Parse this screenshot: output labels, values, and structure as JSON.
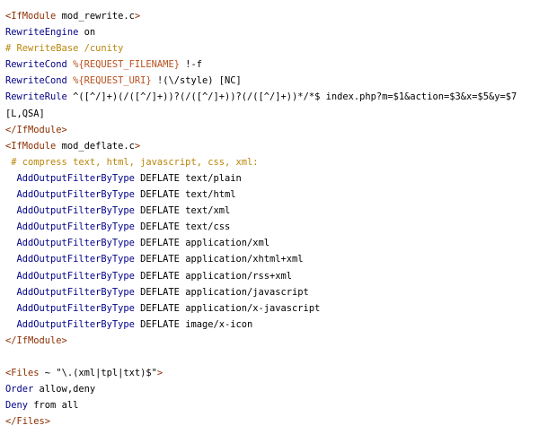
{
  "code": {
    "lines": [
      [
        {
          "s": "t",
          "t": "<IfModule "
        },
        {
          "s": "",
          "t": "mod_rewrite.c"
        },
        {
          "s": "t",
          "t": ">"
        }
      ],
      [
        {
          "s": "k",
          "t": "RewriteEngine"
        },
        {
          "s": "",
          "t": " on"
        }
      ],
      [
        {
          "s": "c",
          "t": "# RewriteBase /cunity"
        }
      ],
      [
        {
          "s": "k",
          "t": "RewriteCond"
        },
        {
          "s": "",
          "t": " "
        },
        {
          "s": "v",
          "t": "%{REQUEST_FILENAME}"
        },
        {
          "s": "",
          "t": " !-f"
        }
      ],
      [
        {
          "s": "k",
          "t": "RewriteCond"
        },
        {
          "s": "",
          "t": " "
        },
        {
          "s": "v",
          "t": "%{REQUEST_URI}"
        },
        {
          "s": "",
          "t": " !(\\/style) [NC]"
        }
      ],
      [
        {
          "s": "k",
          "t": "RewriteRule"
        },
        {
          "s": "",
          "t": " ^([^/]+)(/([^/]+))?(/([^/]+))?(/([^/]+))*/*$ index.php?m=$1&action=$3&x=$5&y=$7"
        }
      ],
      [
        {
          "s": "",
          "t": "[L,QSA]"
        }
      ],
      [
        {
          "s": "t",
          "t": "</IfModule>"
        }
      ],
      [
        {
          "s": "t",
          "t": "<IfModule "
        },
        {
          "s": "",
          "t": "mod_deflate.c"
        },
        {
          "s": "t",
          "t": ">"
        }
      ],
      [
        {
          "s": "c",
          "t": " # compress text, html, javascript, css, xml:"
        }
      ],
      [
        {
          "s": "",
          "t": "  "
        },
        {
          "s": "k",
          "t": "AddOutputFilterByType"
        },
        {
          "s": "",
          "t": " DEFLATE text/plain"
        }
      ],
      [
        {
          "s": "",
          "t": "  "
        },
        {
          "s": "k",
          "t": "AddOutputFilterByType"
        },
        {
          "s": "",
          "t": " DEFLATE text/html"
        }
      ],
      [
        {
          "s": "",
          "t": "  "
        },
        {
          "s": "k",
          "t": "AddOutputFilterByType"
        },
        {
          "s": "",
          "t": " DEFLATE text/xml"
        }
      ],
      [
        {
          "s": "",
          "t": "  "
        },
        {
          "s": "k",
          "t": "AddOutputFilterByType"
        },
        {
          "s": "",
          "t": " DEFLATE text/css"
        }
      ],
      [
        {
          "s": "",
          "t": "  "
        },
        {
          "s": "k",
          "t": "AddOutputFilterByType"
        },
        {
          "s": "",
          "t": " DEFLATE application/xml"
        }
      ],
      [
        {
          "s": "",
          "t": "  "
        },
        {
          "s": "k",
          "t": "AddOutputFilterByType"
        },
        {
          "s": "",
          "t": " DEFLATE application/xhtml+xml"
        }
      ],
      [
        {
          "s": "",
          "t": "  "
        },
        {
          "s": "k",
          "t": "AddOutputFilterByType"
        },
        {
          "s": "",
          "t": " DEFLATE application/rss+xml"
        }
      ],
      [
        {
          "s": "",
          "t": "  "
        },
        {
          "s": "k",
          "t": "AddOutputFilterByType"
        },
        {
          "s": "",
          "t": " DEFLATE application/javascript"
        }
      ],
      [
        {
          "s": "",
          "t": "  "
        },
        {
          "s": "k",
          "t": "AddOutputFilterByType"
        },
        {
          "s": "",
          "t": " DEFLATE application/x-javascript"
        }
      ],
      [
        {
          "s": "",
          "t": "  "
        },
        {
          "s": "k",
          "t": "AddOutputFilterByType"
        },
        {
          "s": "",
          "t": " DEFLATE image/x-icon"
        }
      ],
      [
        {
          "s": "t",
          "t": "</IfModule>"
        }
      ],
      [],
      [
        {
          "s": "t",
          "t": "<Files "
        },
        {
          "s": "",
          "t": "~ \"\\.(xml|tpl|txt)$\""
        },
        {
          "s": "t",
          "t": ">"
        }
      ],
      [
        {
          "s": "k",
          "t": "Order"
        },
        {
          "s": "",
          "t": " allow,deny"
        }
      ],
      [
        {
          "s": "k",
          "t": "Deny"
        },
        {
          "s": "",
          "t": " from all"
        }
      ],
      [
        {
          "s": "t",
          "t": "</Files>"
        }
      ]
    ]
  },
  "colors": {
    "background": "#ffffff",
    "text": "#000000",
    "directive": "#000088",
    "comment": "#b8860b",
    "tag": "#8b2e00",
    "variable": "#b8501e"
  }
}
